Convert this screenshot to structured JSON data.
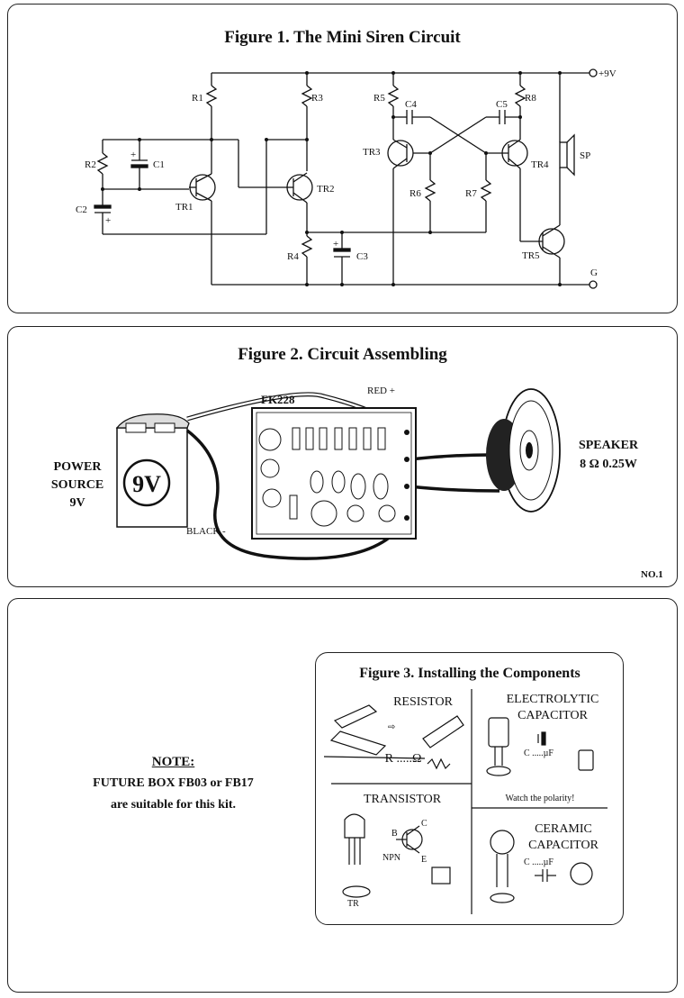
{
  "figure1": {
    "title": "Figure 1. The Mini Siren Circuit",
    "labels": {
      "r1": "R1",
      "r2": "R2",
      "r3": "R3",
      "r4": "R4",
      "r5": "R5",
      "r6": "R6",
      "r7": "R7",
      "r8": "R8",
      "c1": "C1",
      "c2": "C2",
      "c3": "C3",
      "c4": "C4",
      "c5": "C5",
      "tr1": "TR1",
      "tr2": "TR2",
      "tr3": "TR3",
      "tr4": "TR4",
      "tr5": "TR5",
      "sp": "SP",
      "vplus": "+9V",
      "gnd": "G",
      "plus": "+"
    }
  },
  "figure2": {
    "title": "Figure 2. Circuit Assembling",
    "board_label": "FK228",
    "red_label": "RED +",
    "black_label": "BLACK -",
    "battery_text": "9V",
    "power_source": [
      "POWER",
      "SOURCE",
      "9V"
    ],
    "speaker": [
      "SPEAKER",
      "8 Ω 0.25W"
    ],
    "page_no": "NO.1"
  },
  "note": {
    "heading": "NOTE:",
    "line1": "FUTURE BOX FB03 or FB17",
    "line2": "are suitable for this kit."
  },
  "figure3": {
    "title": "Figure 3. Installing the Components",
    "resistor": "RESISTOR",
    "resistor_value": "R .....Ω",
    "electrolytic": [
      "ELECTROLYTIC",
      "CAPACITOR"
    ],
    "elec_value": "C .....µF",
    "polarity": "Watch the polarity!",
    "transistor": "TRANSISTOR",
    "npn": "NPN",
    "b": "B",
    "c": "C",
    "e": "E",
    "tr": "TR",
    "ceramic": [
      "CERAMIC",
      "CAPACITOR"
    ],
    "cer_value": "C .....µF"
  }
}
